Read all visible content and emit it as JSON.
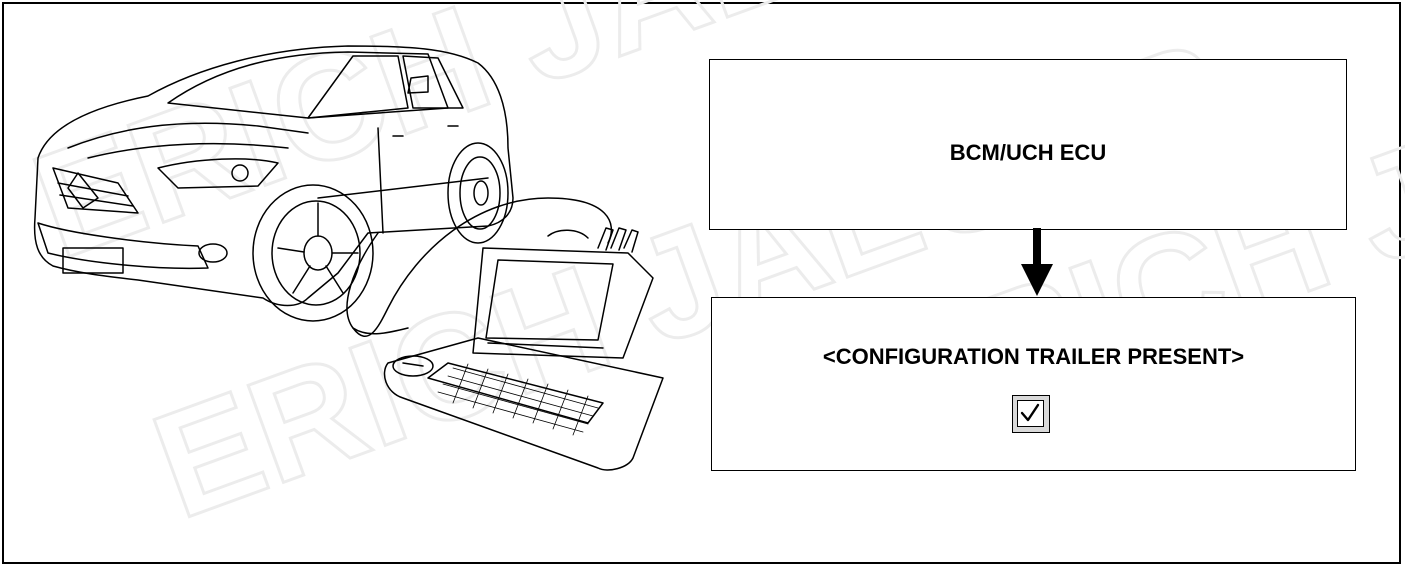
{
  "ecu_box": {
    "label": "BCM/UCH ECU"
  },
  "config_box": {
    "label": "<CONFIGURATION TRAILER PRESENT>",
    "checkbox_checked": true
  },
  "watermark": {
    "text": "ERICH JAEGER",
    "color": "#e6e6e6"
  },
  "illustration": {
    "subject": "car-connected-to-diagnostic-tool"
  }
}
